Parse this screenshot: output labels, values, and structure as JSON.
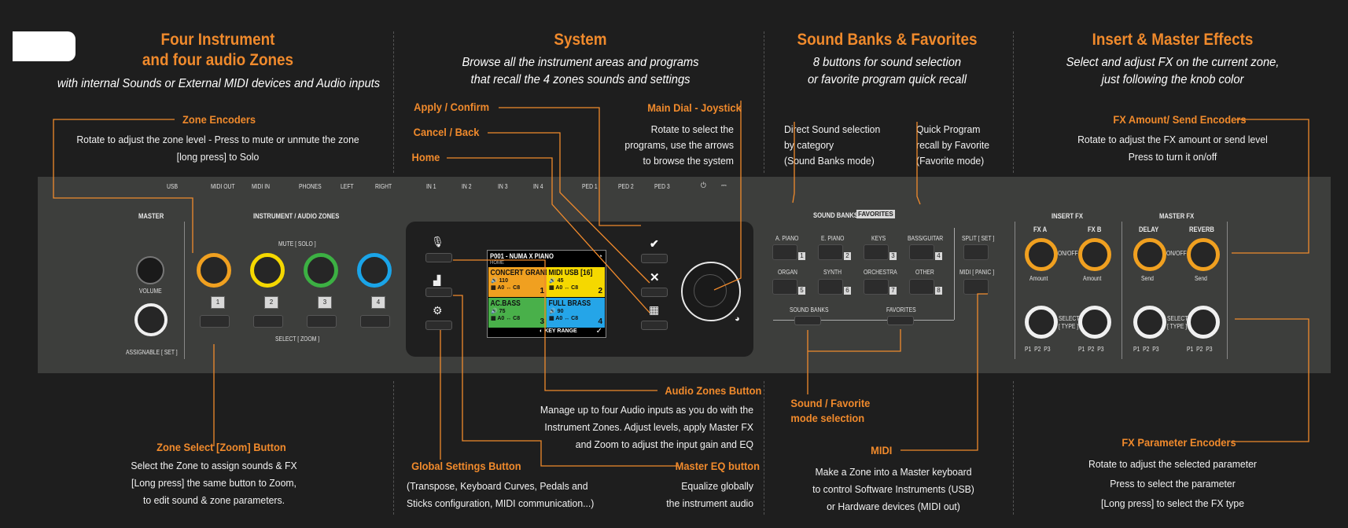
{
  "sections": {
    "zones": {
      "title": "Four Instrument\nand four audio Zones",
      "subtitle": "with internal Sounds or External MIDI devices and Audio inputs"
    },
    "system": {
      "title": "System",
      "subtitle": "Browse all the instrument areas and programs\nthat recall the 4 zones sounds and settings"
    },
    "banks": {
      "title": "Sound Banks & Favorites",
      "subtitle": "8 buttons for sound selection\nor favorite program quick recall"
    },
    "fx": {
      "title": "Insert & Master Effects",
      "subtitle": "Select and adjust FX on the current zone,\njust following the knob color"
    }
  },
  "callouts": {
    "zone_encoders": {
      "label": "Zone Encoders",
      "desc": "Rotate to adjust the zone level - Press to mute or unmute the zone\n[long press] to Solo"
    },
    "apply": {
      "label": "Apply / Confirm"
    },
    "cancel": {
      "label": "Cancel / Back"
    },
    "home": {
      "label": "Home"
    },
    "main_dial": {
      "label": "Main Dial - Joystick",
      "desc": "Rotate to select the\nprograms, use the arrows\nto browse the system"
    },
    "direct_sound": {
      "desc": "Direct Sound selection\nby category\n(Sound Banks mode)"
    },
    "quick_program": {
      "desc": "Quick Program\nrecall by Favorite\n(Favorite mode)"
    },
    "fx_amount": {
      "label": "FX Amount/ Send Encoders",
      "desc": "Rotate to adjust the FX amount or send level\nPress to turn it on/off"
    },
    "zone_select": {
      "label": "Zone Select [Zoom] Button",
      "desc": "Select the Zone to assign sounds & FX\n[Long press] the same button to Zoom,\nto edit sound & zone parameters."
    },
    "audio_zones": {
      "label": "Audio Zones Button",
      "desc": "Manage up to four Audio inputs as you do with the\nInstrument Zones. Adjust levels, apply Master FX\nand Zoom to adjust the input gain and EQ"
    },
    "global_settings": {
      "label": "Global Settings Button",
      "desc": "(Transpose, Keyboard Curves, Pedals and\nSticks configuration, MIDI communication...)"
    },
    "master_eq": {
      "label": "Master EQ button",
      "desc": "Equalize globally\nthe instrument audio"
    },
    "sound_favorite": {
      "label": "Sound / Favorite\nmode selection"
    },
    "midi": {
      "label": "MIDI",
      "desc": "Make a Zone into a Master keyboard\nto control Software Instruments (USB)\nor Hardware devices (MIDI out)"
    },
    "fx_param": {
      "label": "FX Parameter Encoders",
      "desc": "Rotate to adjust the selected parameter\nPress to select the parameter\n[Long press] to select the FX type"
    }
  },
  "panel": {
    "ports": [
      "USB",
      "MIDI OUT",
      "MIDI IN",
      "PHONES",
      "LEFT",
      "RIGHT",
      "IN 1",
      "IN 2",
      "IN 3",
      "IN 4",
      "PED 1",
      "PED 2",
      "PED 3"
    ],
    "master": {
      "title": "MASTER",
      "volume": "VOLUME",
      "assignable": "ASSIGNABLE [ SET ]"
    },
    "zones": {
      "title": "INSTRUMENT / AUDIO ZONES",
      "mute": "MUTE [ SOLO ]",
      "select": "SELECT [ ZOOM ]",
      "numbers": [
        "1",
        "2",
        "3",
        "4"
      ],
      "colors": [
        "#f0a020",
        "#f5d800",
        "#3cb043",
        "#1aa4e8"
      ]
    },
    "display": {
      "program": "P001 - NUMA X PIANO",
      "home": "HOME",
      "key_range": "KEY RANGE",
      "zones": [
        {
          "name": "CONCERT GRAND",
          "vol": "110",
          "range": "A0 ↔ C8",
          "num": "1",
          "color": "#f0a020"
        },
        {
          "name": "MIDI USB",
          "vol": "45",
          "range": "A0 ↔ C8",
          "num": "2",
          "extra": "[16]",
          "color": "#f5d800"
        },
        {
          "name": "AC.BASS",
          "vol": "75",
          "range": "A0 ↔ C8",
          "num": "3",
          "color": "#49b04a"
        },
        {
          "name": "FULL BRASS",
          "vol": "90",
          "range": "A0 ↔ C8",
          "num": "4",
          "color": "#25a5e8"
        }
      ]
    },
    "banks": {
      "title": "SOUND BANKS",
      "favorites": "FAVORITES",
      "buttons": [
        "A. PIANO",
        "E. PIANO",
        "KEYS",
        "BASS/GUITAR",
        "ORGAN",
        "SYNTH",
        "ORCHESTRA",
        "OTHER"
      ],
      "split": "SPLIT [ SET ]",
      "midi": "MIDI [ PANIC ]",
      "mode_left": "SOUND BANKS",
      "mode_right": "FAVORITES"
    },
    "insert_fx": {
      "title": "INSERT FX",
      "a": "FX A",
      "b": "FX B",
      "onoff": "ON/OFF",
      "amount": "Amount",
      "select": "SELECT\n[ TYPE ]",
      "p": [
        "P1",
        "P2",
        "P3"
      ]
    },
    "master_fx": {
      "title": "MASTER FX",
      "delay": "DELAY",
      "reverb": "REVERB",
      "onoff": "ON/OFF",
      "send": "Send",
      "select": "SELECT\n[ TYPE ]"
    }
  }
}
